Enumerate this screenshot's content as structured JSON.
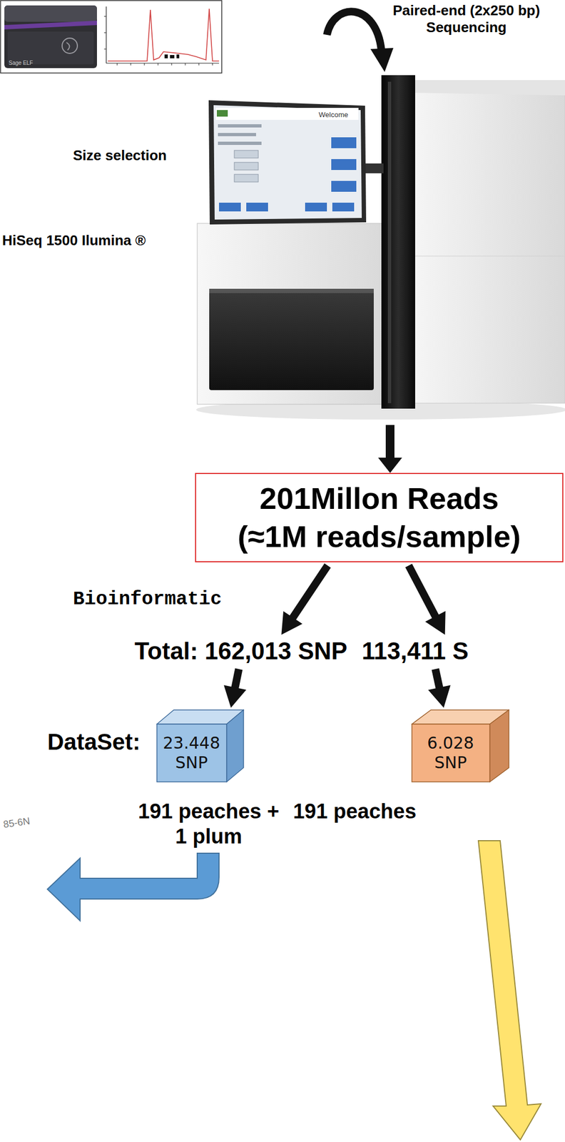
{
  "diagram": {
    "nodes": [
      {
        "text": [
          "201Millon Reads (≈1M reads/sample)"
        ]
      },
      {
        "text": [
          "Total: 162,013 SNP"
        ]
      },
      {
        "text": [
          "113,411 S"
        ]
      },
      {
        "text": [
          "23.448 SNP",
          "191 peaches + 1 plum"
        ]
      },
      {
        "text": [
          "6.028 SNP",
          "191 peaches"
        ]
      }
    ],
    "edges": [
      {
        "from": 0,
        "to": 1,
        "arrow": "to"
      },
      {
        "from": 0,
        "to": 2,
        "arrow": "to"
      },
      {
        "from": 1,
        "to": 3,
        "arrow": "to"
      },
      {
        "from": 2,
        "to": 4,
        "arrow": "to"
      }
    ],
    "labels": [
      "Paired-end (2x250 bp) Sequencing",
      "Sage ELF",
      "Size selection",
      "Welcome",
      "HiSeq 1500 Ilumina ®",
      "Bioinformatic",
      "DataSet:",
      "85-6N"
    ]
  }
}
